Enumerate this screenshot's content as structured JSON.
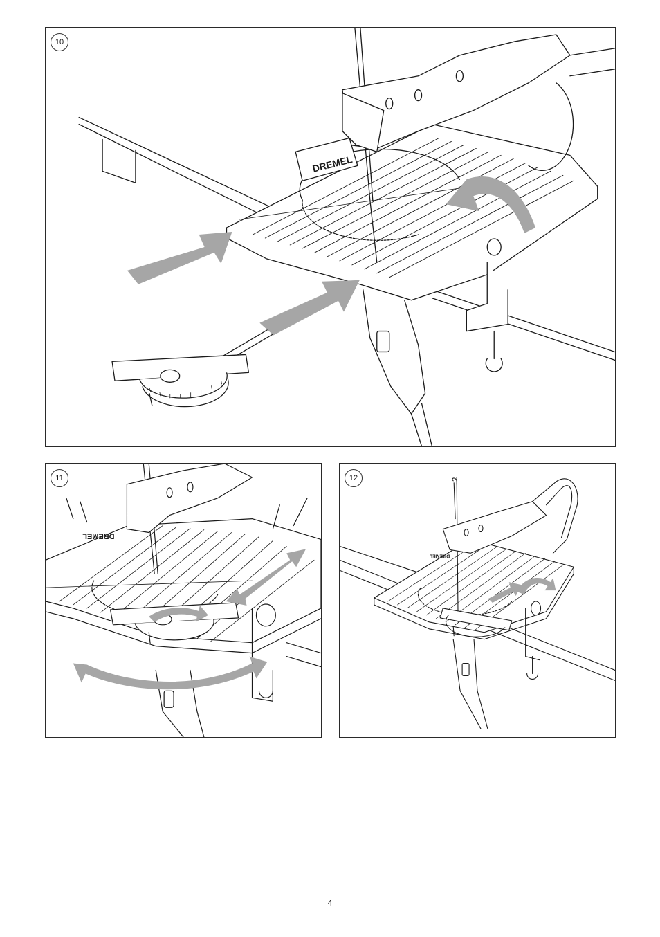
{
  "figures": [
    {
      "number": "10"
    },
    {
      "number": "11"
    },
    {
      "number": "12"
    }
  ],
  "brand_label": "DREMEL",
  "page_number": "4",
  "colors": {
    "line": "#1a1a1a",
    "arrow": "#a6a6a6",
    "paper": "#ffffff"
  }
}
